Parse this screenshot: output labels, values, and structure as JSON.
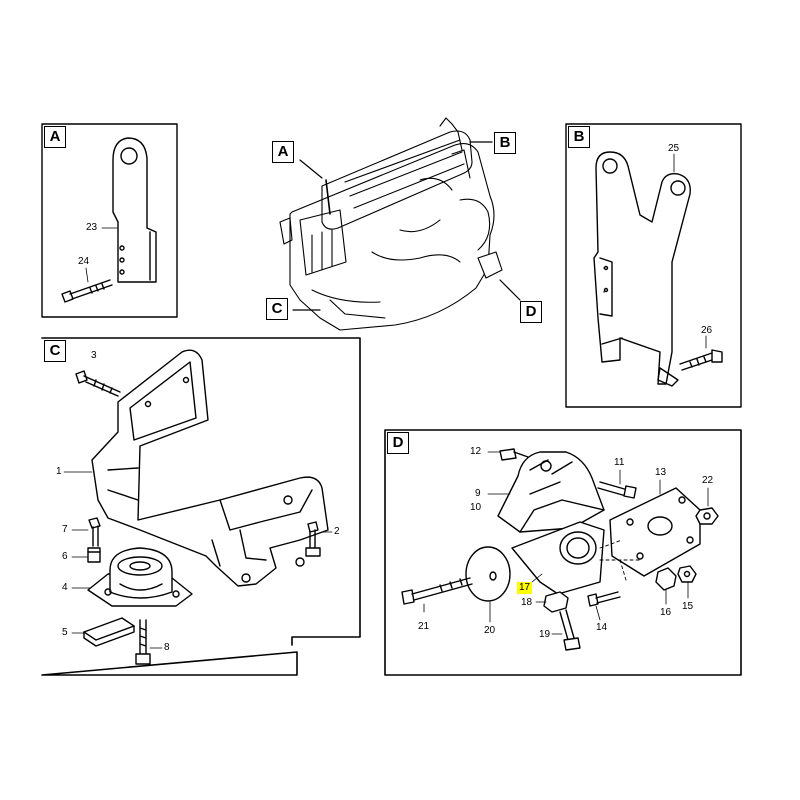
{
  "views": {
    "a": {
      "tag": "A",
      "parts": [
        "23",
        "24"
      ]
    },
    "b": {
      "tag": "B",
      "parts": [
        "25",
        "26"
      ]
    },
    "c": {
      "tag": "C",
      "parts": [
        "3",
        "1",
        "7",
        "6",
        "4",
        "5",
        "8",
        "2"
      ]
    },
    "d": {
      "tag": "D",
      "parts": [
        "12",
        "9",
        "10",
        "11",
        "13",
        "22",
        "21",
        "20",
        "17",
        "18",
        "19",
        "14",
        "16",
        "15"
      ]
    }
  },
  "overview": {
    "callouts": [
      "A",
      "B",
      "C",
      "D"
    ]
  },
  "highlight": {
    "part": "17",
    "color": "#ffff00"
  }
}
